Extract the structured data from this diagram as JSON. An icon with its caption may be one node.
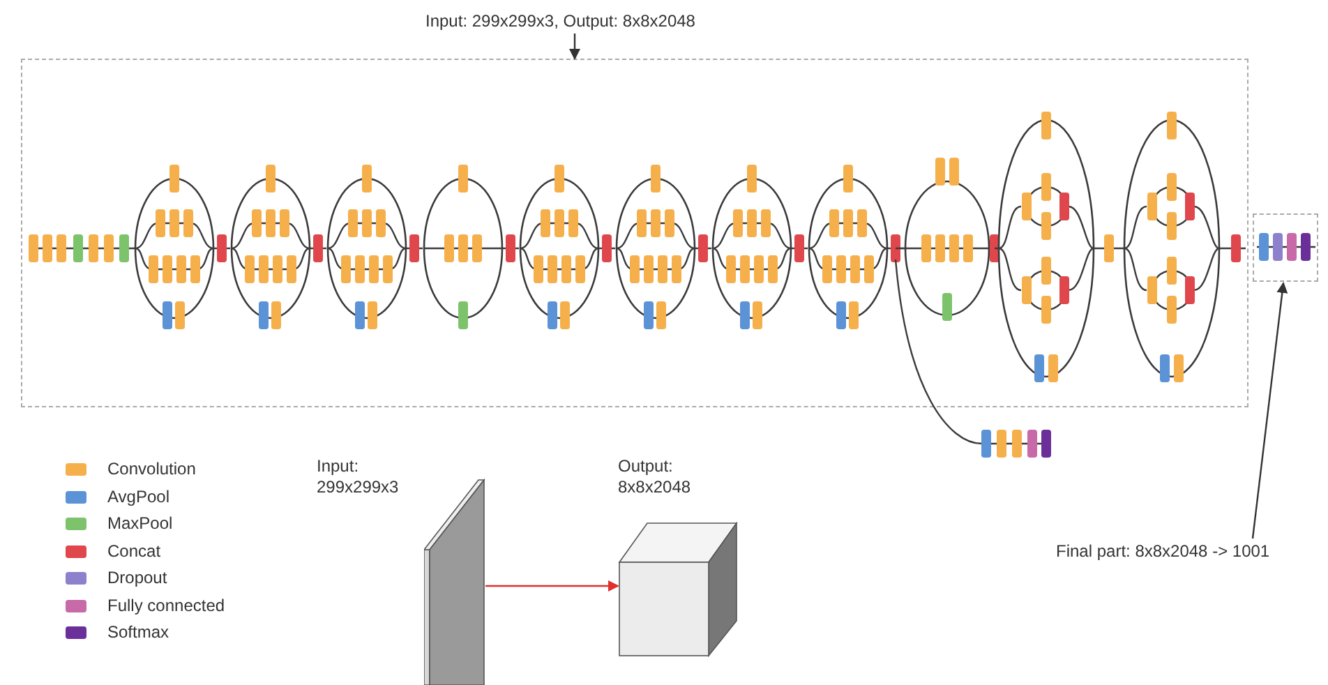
{
  "diagram": {
    "nodes": [
      {
        "text": [
          "Input: 299x299x3, Output: 8x8x2048"
        ]
      },
      {
        "text": [],
        "shape": "box"
      },
      {
        "text": [],
        "shape": "box"
      },
      {
        "text": [
          "Final part: 8x8x2048 -> 1001"
        ]
      },
      {
        "text": [],
        "shape": "box"
      },
      {
        "text": [],
        "shape": "box"
      }
    ],
    "edges": [
      {
        "from": 0,
        "to": 1,
        "arrow": "to"
      },
      {
        "from": 3,
        "to": 2,
        "arrow": "to"
      },
      {
        "from": 4,
        "to": 5,
        "arrow": "to",
        "color": "#e0302c"
      }
    ],
    "labels": [
      "Input: 299x299x3",
      "Output: 8x8x2048"
    ],
    "legend": [
      {
        "text": "Convolution",
        "color": "#f5b04c"
      },
      {
        "text": "AvgPool",
        "color": "#5b93d6"
      },
      {
        "text": "MaxPool",
        "color": "#7dc36b"
      },
      {
        "text": "Concat",
        "color": "#e0474c"
      },
      {
        "text": "Dropout",
        "color": "#8d80cc"
      },
      {
        "text": "Fully connected",
        "color": "#c86aa8"
      },
      {
        "text": "Softmax",
        "color": "#6b2f99"
      }
    ]
  }
}
